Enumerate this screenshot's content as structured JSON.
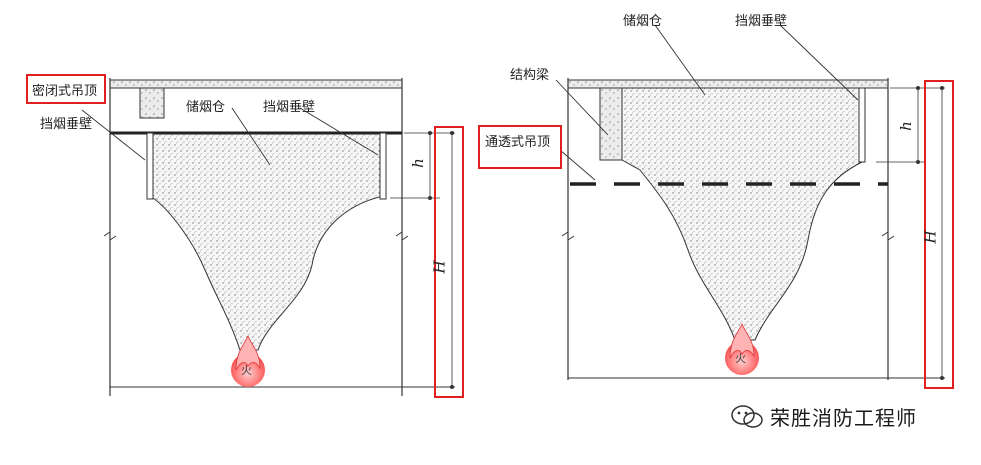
{
  "left_diagram": {
    "ceiling_label": "密闭式吊顶",
    "curtain_label_left": "挡烟垂壁",
    "reservoir_label": "储烟仓",
    "curtain_label_right": "挡烟垂壁",
    "h_label": "h",
    "H_label": "H",
    "fire_label": "火"
  },
  "right_diagram": {
    "reservoir_label": "储烟仓",
    "curtain_label": "挡烟垂壁",
    "beam_label": "结构梁",
    "ceiling_label": "通透式吊顶",
    "h_label": "h",
    "H_label": "H",
    "fire_label": "火"
  },
  "watermark": {
    "text": "荣胜消防工程师"
  },
  "colors": {
    "highlight": "#e02020",
    "line": "#333333",
    "smoke_fill": "#f3f3f3",
    "fire": "#ff6a6a"
  }
}
